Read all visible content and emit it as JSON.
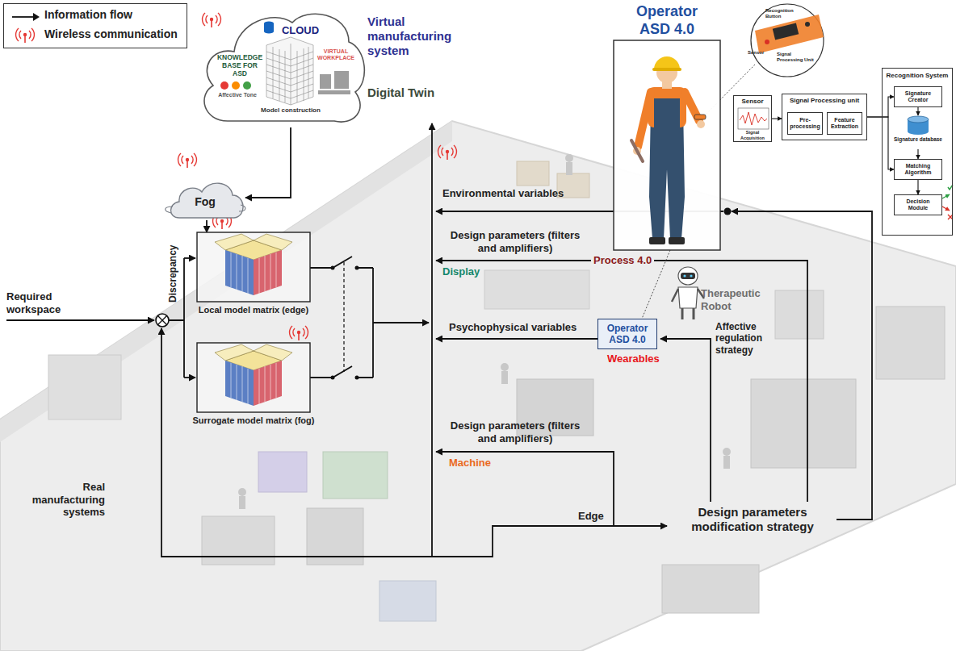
{
  "diagram": {
    "nodes": [
      {
        "text": [
          "CLOUD",
          "KNOWLEDGE BASE FOR ASD",
          "Affective Tone",
          "Model construction",
          "VIRTUAL WORKPLACE"
        ]
      },
      {
        "text": [
          "Fog"
        ]
      },
      {
        "text": [
          "Local model matrix (edge)"
        ]
      },
      {
        "text": [
          "Surrogate model matrix (fog)"
        ]
      },
      {
        "text": [
          "Operator ASD 4.0"
        ]
      },
      {
        "text": [
          "Operator ASD 4.0"
        ]
      },
      {
        "text": [
          "Sensor",
          "Signal Acquisition"
        ]
      },
      {
        "text": [
          "Signal Processing unit"
        ]
      },
      {
        "text": [
          "Pre-processing"
        ],
        "in": 7
      },
      {
        "text": [
          "Feature Extraction"
        ],
        "in": 7
      },
      {
        "text": [
          "Recognition System"
        ]
      },
      {
        "text": [
          "Signature Creator"
        ],
        "in": 10
      },
      {
        "text": [
          "Signature database"
        ],
        "in": 10
      },
      {
        "text": [
          "Matching Algorithm"
        ],
        "in": 10
      },
      {
        "text": [
          "Decision Module"
        ],
        "in": 10
      }
    ],
    "edges": [
      {
        "from": 0,
        "to": 1,
        "arrow": "to"
      },
      {
        "from": 1,
        "to": 2,
        "arrow": "to"
      },
      {
        "from": 6,
        "to": 7,
        "arrow": "to"
      },
      {
        "from": 7,
        "to": 11,
        "arrow": "to"
      },
      {
        "from": 7,
        "to": 13,
        "arrow": "to"
      },
      {
        "from": 11,
        "to": 12,
        "arrow": "to"
      },
      {
        "from": 12,
        "to": 13,
        "arrow": "to"
      },
      {
        "from": 13,
        "to": 14,
        "arrow": "to"
      }
    ],
    "labels": [
      "Virtual manufacturing system",
      "Digital Twin",
      "Required workspace",
      "Discrepancy",
      "Real manufacturing systems",
      "Environmental variables",
      "Design parameters (filters and amplifiers)",
      "Process 4.0",
      "Display",
      "Psychophysical variables",
      "Therapeutic Robot",
      "Affective regulation strategy",
      "Wearables",
      "Design parameters (filters and amplifiers)",
      "Machine",
      "Edge",
      "Design parameters modification strategy",
      "Recognition Button",
      "Sensor",
      "Signal Processing Unit"
    ],
    "legend": [
      {
        "text": "Information flow"
      },
      {
        "text": "Wireless communication"
      }
    ]
  }
}
